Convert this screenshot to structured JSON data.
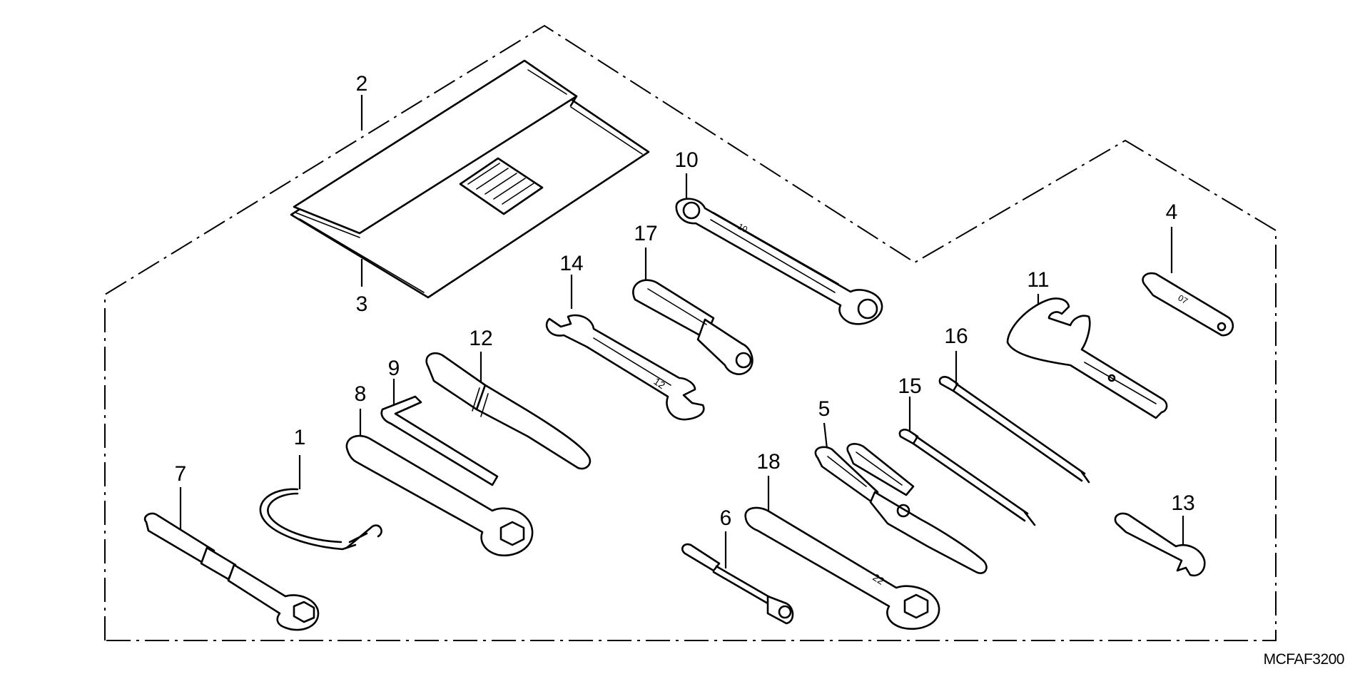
{
  "diagram": {
    "code": "MCFAF3200",
    "callouts": [
      "1",
      "2",
      "3",
      "4",
      "5",
      "6",
      "7",
      "8",
      "9",
      "10",
      "11",
      "12",
      "13",
      "14",
      "15",
      "16",
      "17",
      "18"
    ],
    "marks": {
      "wrench_14": "12",
      "wrench_18": "22",
      "wrench_10": "10",
      "spanner_4": "07"
    }
  }
}
